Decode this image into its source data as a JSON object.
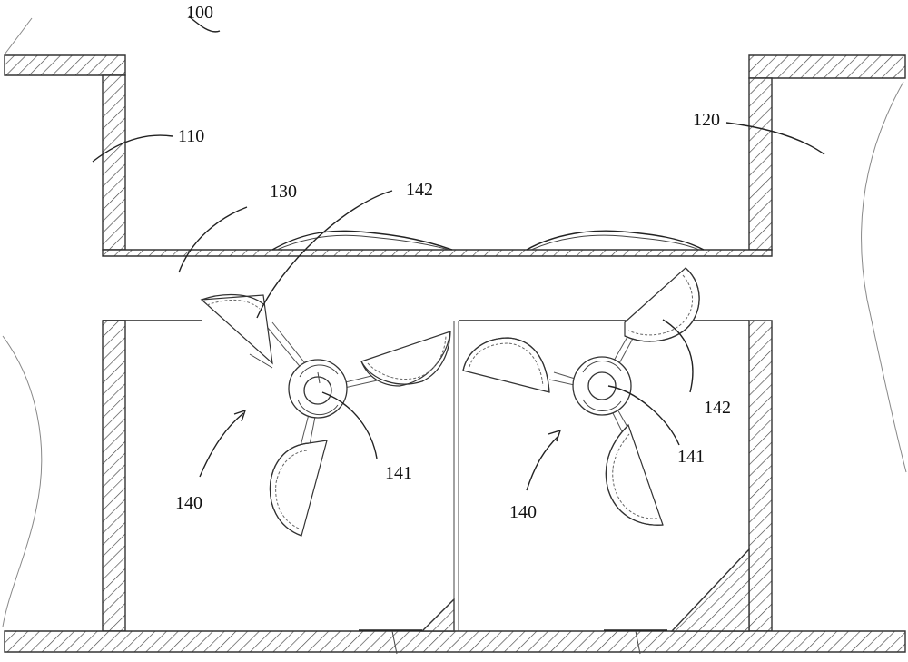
{
  "figure": {
    "ref_main": "100",
    "ref_left_channel": "110",
    "ref_right_channel": "120",
    "ref_passage": "130",
    "ref_left_turbine": "140",
    "ref_right_turbine": "140",
    "ref_left_hub": "141",
    "ref_right_hub": "141",
    "ref_left_blade": "142",
    "ref_right_blade": "142"
  }
}
